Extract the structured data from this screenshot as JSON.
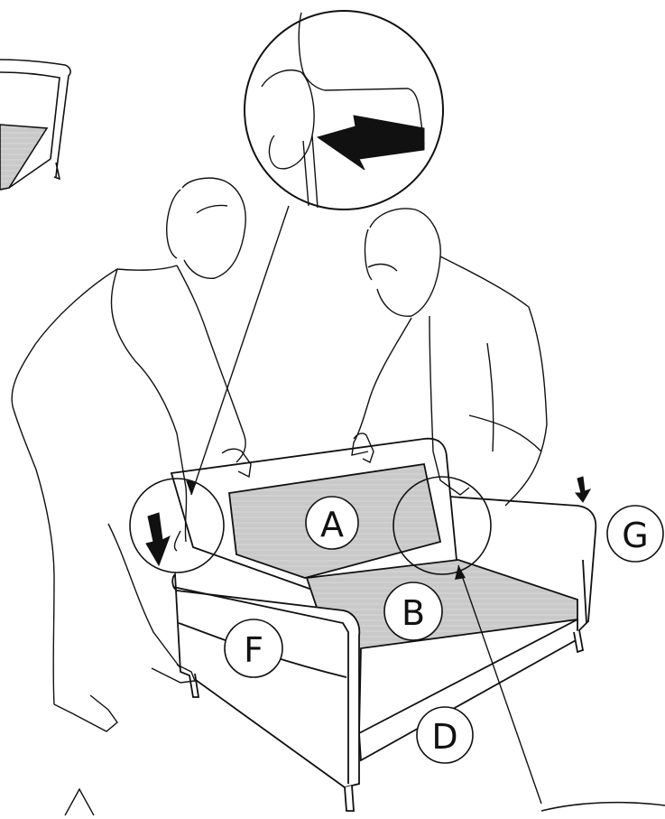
{
  "labels": {
    "a": "A",
    "b": "B",
    "d": "D",
    "f": "F",
    "g": "G"
  },
  "colors": {
    "line": "#111111",
    "fabric": "#c8c8c8",
    "background": "#ffffff",
    "arrow": "#111111"
  }
}
